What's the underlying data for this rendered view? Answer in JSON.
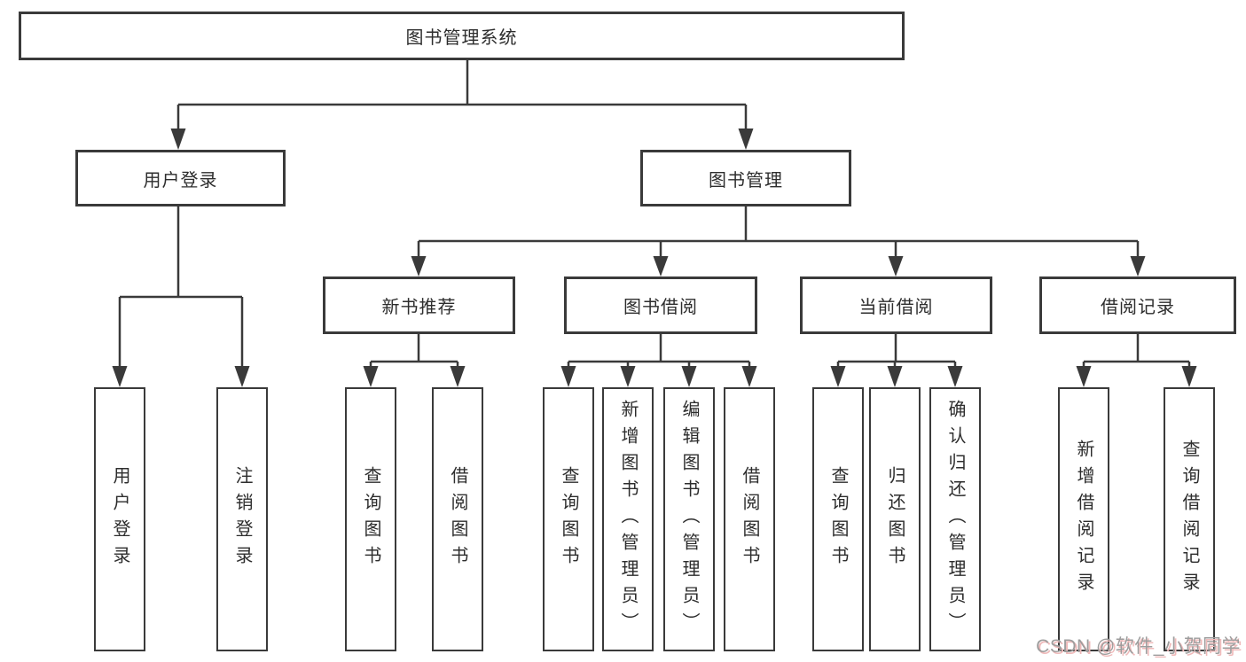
{
  "diagram": {
    "root": {
      "label": "图书管理系统"
    },
    "branches": [
      {
        "label": "用户登录",
        "children": [
          {
            "label": "用户登录"
          },
          {
            "label": "注销登录"
          }
        ]
      },
      {
        "label": "图书管理",
        "children": [
          {
            "label": "新书推荐",
            "children": [
              {
                "label": "查询图书"
              },
              {
                "label": "借阅图书"
              }
            ]
          },
          {
            "label": "图书借阅",
            "children": [
              {
                "label": "查询图书"
              },
              {
                "label": "新增图书（管理员）"
              },
              {
                "label": "编辑图书（管理员）"
              },
              {
                "label": "借阅图书"
              }
            ]
          },
          {
            "label": "当前借阅",
            "children": [
              {
                "label": "查询图书"
              },
              {
                "label": "归还图书"
              },
              {
                "label": "确认归还（管理员）"
              }
            ]
          },
          {
            "label": "借阅记录",
            "children": [
              {
                "label": "新增借阅记录"
              },
              {
                "label": "查询借阅记录"
              }
            ]
          }
        ]
      }
    ]
  },
  "watermark": {
    "text": "CSDN @软件_小贺同学"
  },
  "colors": {
    "line": "#3a3a3a",
    "text": "#2d2d2d",
    "background": "#ffffff",
    "watermark_text": "#9d9d9d",
    "watermark_shadow": "#efb9b9"
  }
}
